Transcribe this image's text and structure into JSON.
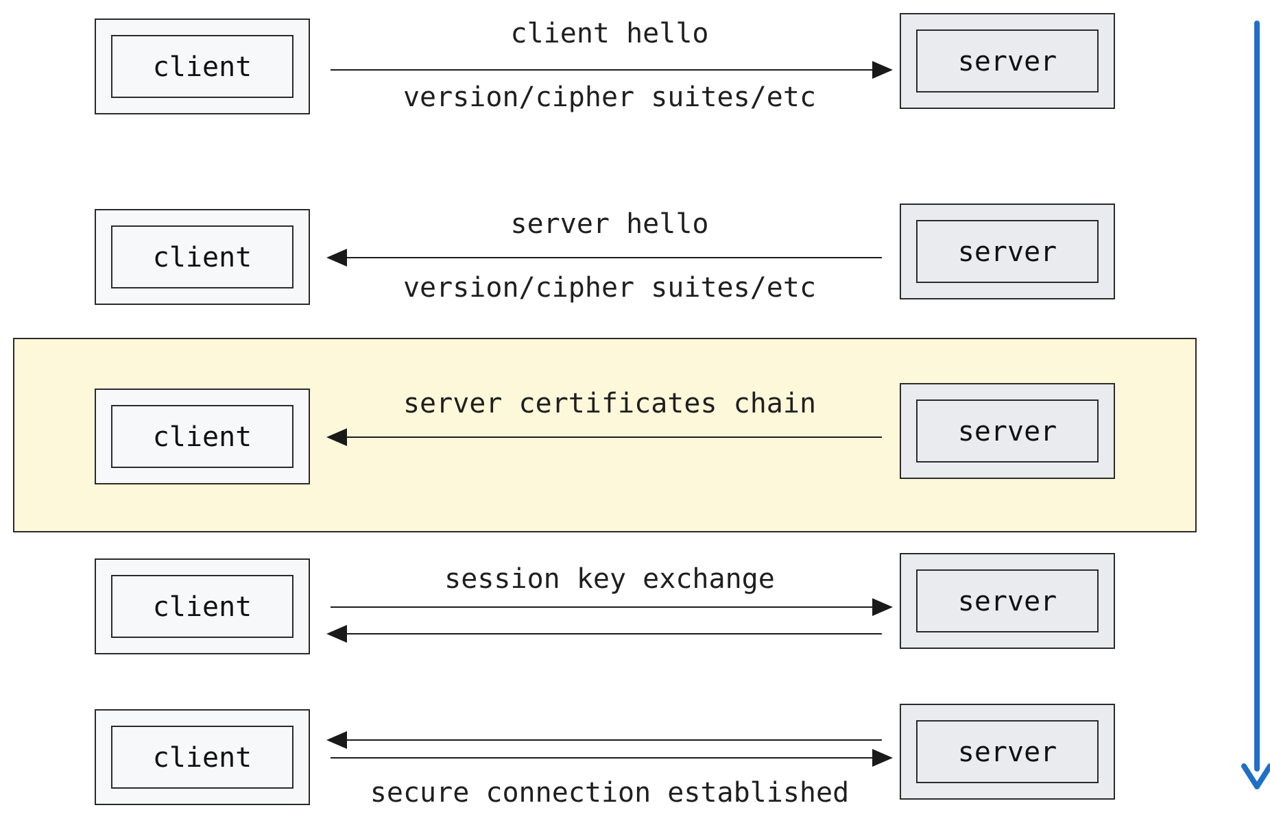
{
  "colors": {
    "client_fill": "#f7f8fa",
    "server_fill": "#e9ebee",
    "highlight_fill": "#fdf8d9",
    "timeline": "#1f6fc5"
  },
  "steps": [
    {
      "client_label": "client",
      "server_label": "server",
      "label_above": "client hello",
      "label_below": "version/cipher suites/etc",
      "arrows": [
        "right"
      ],
      "highlight": false
    },
    {
      "client_label": "client",
      "server_label": "server",
      "label_above": "server hello",
      "label_below": "version/cipher suites/etc",
      "arrows": [
        "left"
      ],
      "highlight": false
    },
    {
      "client_label": "client",
      "server_label": "server",
      "label_above": "server certificates chain",
      "label_below": "",
      "arrows": [
        "left"
      ],
      "highlight": true
    },
    {
      "client_label": "client",
      "server_label": "server",
      "label_above": "session key exchange",
      "label_below": "",
      "arrows": [
        "right",
        "left"
      ],
      "highlight": false
    },
    {
      "client_label": "client",
      "server_label": "server",
      "label_above": "",
      "label_below": "secure connection established",
      "arrows": [
        "left",
        "right"
      ],
      "highlight": false
    }
  ]
}
